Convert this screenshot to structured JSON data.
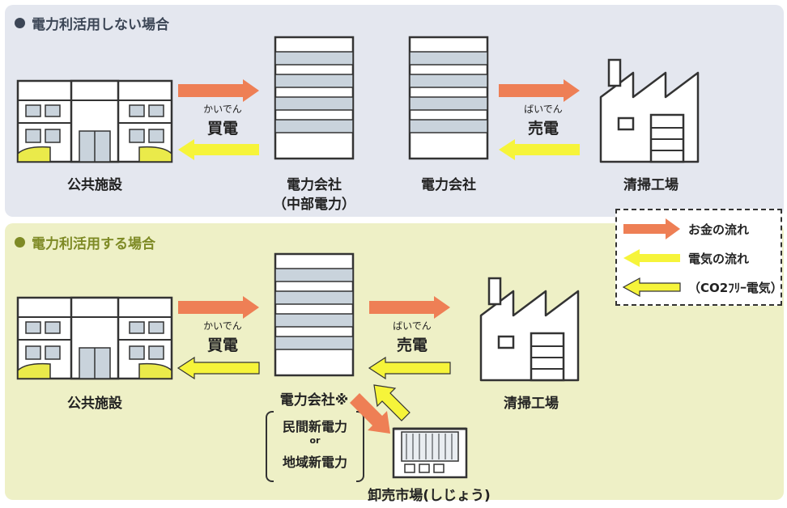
{
  "top": {
    "title": "電力利活用しない場合",
    "public_facility": "公共施設",
    "buy_ruby": "かいでん",
    "buy": "買電",
    "company1_line1": "電力会社",
    "company1_line2": "（中部電力）",
    "company2": "電力会社",
    "sell_ruby": "ばいでん",
    "sell": "売電",
    "plant": "清掃工場"
  },
  "bottom": {
    "title": "電力利活用する場合",
    "public_facility": "公共施設",
    "buy_ruby": "かいでん",
    "buy": "買電",
    "company": "電力会社※",
    "company_opt1": "民間新電力",
    "company_or": "or",
    "company_opt2": "地域新電力",
    "sell_ruby": "ばいでん",
    "sell": "売電",
    "plant": "清掃工場",
    "market": "卸売市場(しじょう)"
  },
  "legend": {
    "money": "お金の流れ",
    "electricity": "電気の流れ",
    "co2free": "（CO2ﾌﾘｰ電気）"
  },
  "colors": {
    "money": "#ee7f55",
    "electricity": "#f6f43a",
    "co2free": "#f6f43a",
    "top_bg": "#e4e7ef",
    "bottom_bg": "#eef0c6",
    "top_dot": "#3c4656",
    "bottom_dot": "#7e8a25"
  }
}
